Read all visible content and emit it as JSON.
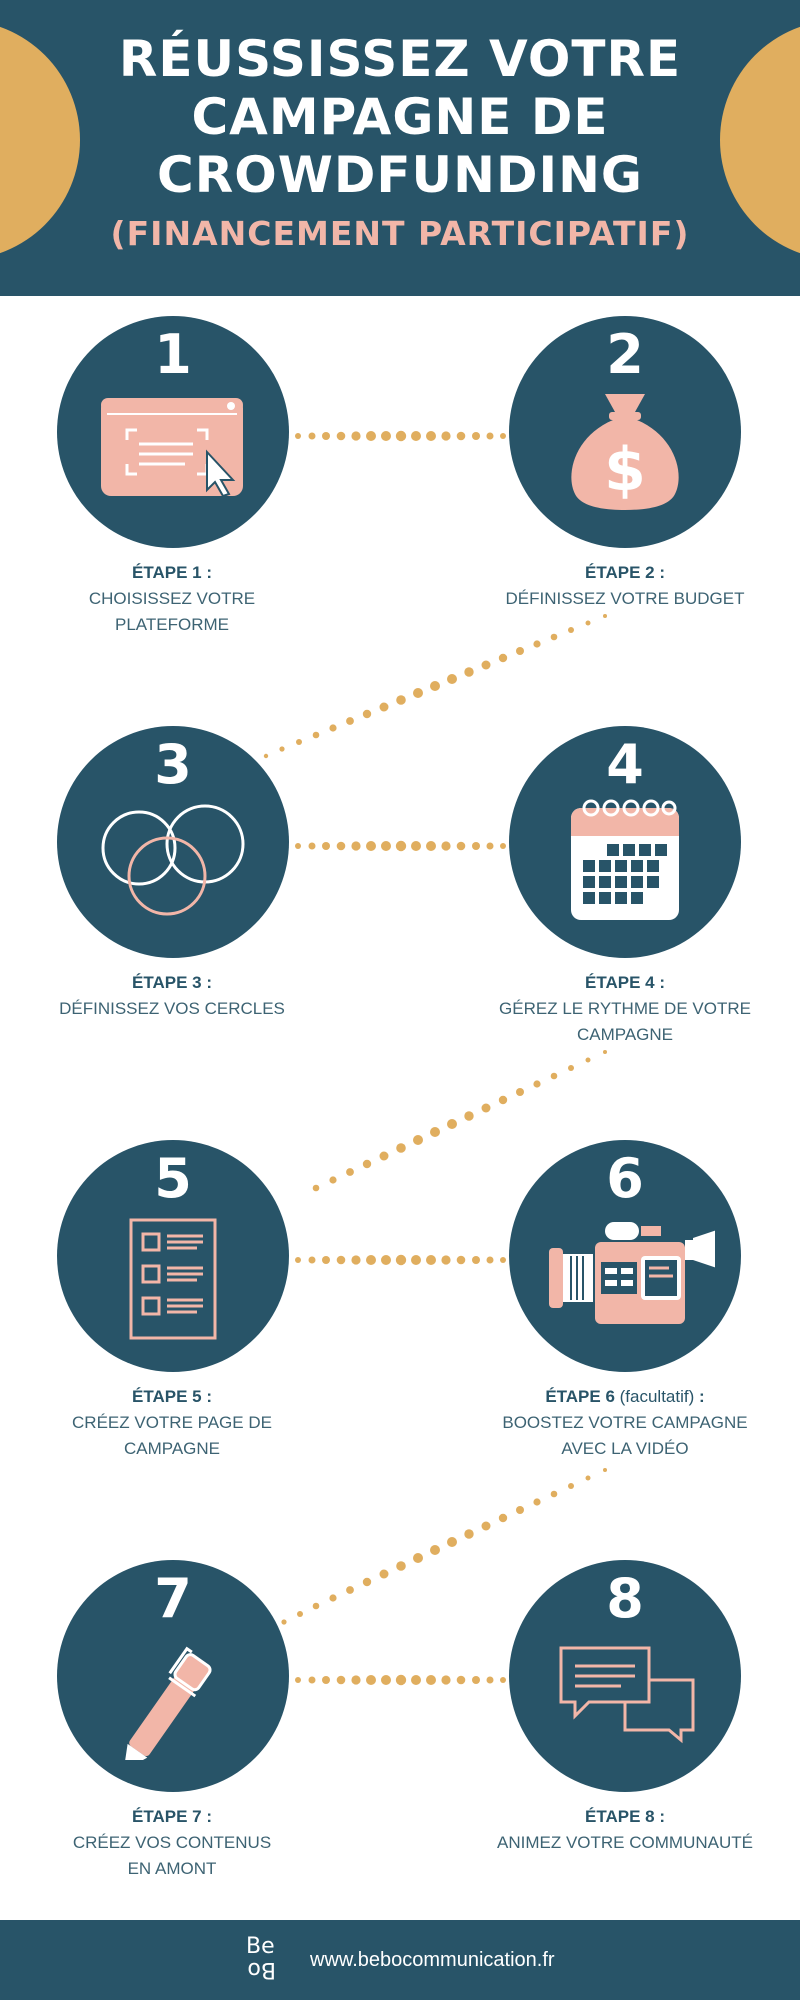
{
  "header": {
    "title_line1": "RÉUSSISSEZ VOTRE",
    "title_line2": "CAMPAGNE DE",
    "title_line3": "CROWDFUNDING",
    "subtitle": "(FINANCEMENT PARTICIPATIF)"
  },
  "steps": [
    {
      "number": "1",
      "heading": "ÉTAPE 1 :",
      "desc_line1": "CHOISISSEZ VOTRE",
      "desc_line2": "PLATEFORME",
      "icon": "browser-click-icon"
    },
    {
      "number": "2",
      "heading": "ÉTAPE 2 :",
      "desc_line1": "DÉFINISSEZ VOTRE BUDGET",
      "desc_line2": "",
      "icon": "money-bag-icon"
    },
    {
      "number": "3",
      "heading": "ÉTAPE 3 :",
      "desc_line1": "DÉFINISSEZ VOS CERCLES",
      "desc_line2": "",
      "icon": "circles-icon"
    },
    {
      "number": "4",
      "heading": "ÉTAPE 4 :",
      "desc_line1": "GÉREZ LE RYTHME DE VOTRE",
      "desc_line2": "CAMPAGNE",
      "icon": "calendar-icon"
    },
    {
      "number": "5",
      "heading": "ÉTAPE 5 :",
      "desc_line1": "CRÉEZ VOTRE PAGE DE",
      "desc_line2": "CAMPAGNE",
      "icon": "checklist-icon"
    },
    {
      "number": "6",
      "heading": "ÉTAPE 6",
      "heading_note": "(facultatif)",
      "heading_colon": " :",
      "desc_line1": "BOOSTEZ VOTRE CAMPAGNE",
      "desc_line2": "AVEC LA VIDÉO",
      "icon": "video-camera-icon"
    },
    {
      "number": "7",
      "heading": "ÉTAPE 7 :",
      "desc_line1": "CRÉEZ VOS CONTENUS",
      "desc_line2": "EN AMONT",
      "icon": "pen-icon"
    },
    {
      "number": "8",
      "heading": "ÉTAPE 8 :",
      "desc_line1": "ANIMEZ VOTRE COMMUNAUTÉ",
      "desc_line2": "",
      "icon": "chat-bubbles-icon"
    }
  ],
  "footer": {
    "logo_top": "Be",
    "logo_bottom": "Bo",
    "website": "www.bebocommunication.fr"
  },
  "colors": {
    "navy": "#285468",
    "gold": "#e0ae5f",
    "pink": "#f2b6a8",
    "text": "#3d6373"
  }
}
